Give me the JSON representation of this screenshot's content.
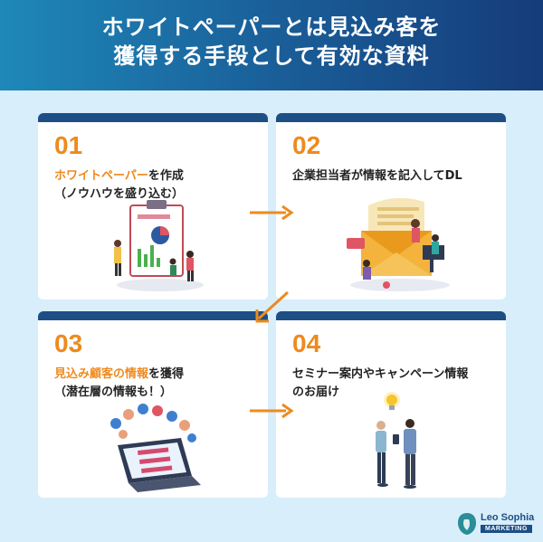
{
  "header": {
    "title_line1": "ホワイトペーパーとは見込み客を",
    "title_line2": "獲得する手段として有効な資料"
  },
  "steps": [
    {
      "num": "01",
      "highlight": "ホワイトペーパー",
      "rest1": "を作成",
      "line2": "（ノウハウを盛り込む）",
      "illustration": "document-checklist-people"
    },
    {
      "num": "02",
      "highlight": "",
      "rest1": "企業担当者が情報を記入してDL",
      "line2": "",
      "illustration": "envelope-workers"
    },
    {
      "num": "03",
      "highlight": "見込み顧客の情報",
      "rest1": "を獲得",
      "line2": "（潜在層の情報も！）",
      "illustration": "laptop-profiles"
    },
    {
      "num": "04",
      "highlight": "",
      "rest1": "セミナー案内やキャンペーン情報",
      "line2": "のお届け",
      "illustration": "people-lightbulb-smartphone"
    }
  ],
  "logo": {
    "brand": "Leo Sophia",
    "tag": "MARKETING",
    "icon": "lion-head-icon"
  },
  "colors": {
    "accent": "#ee8a1e",
    "navy": "#1d4f86",
    "background": "#d9eefb"
  }
}
